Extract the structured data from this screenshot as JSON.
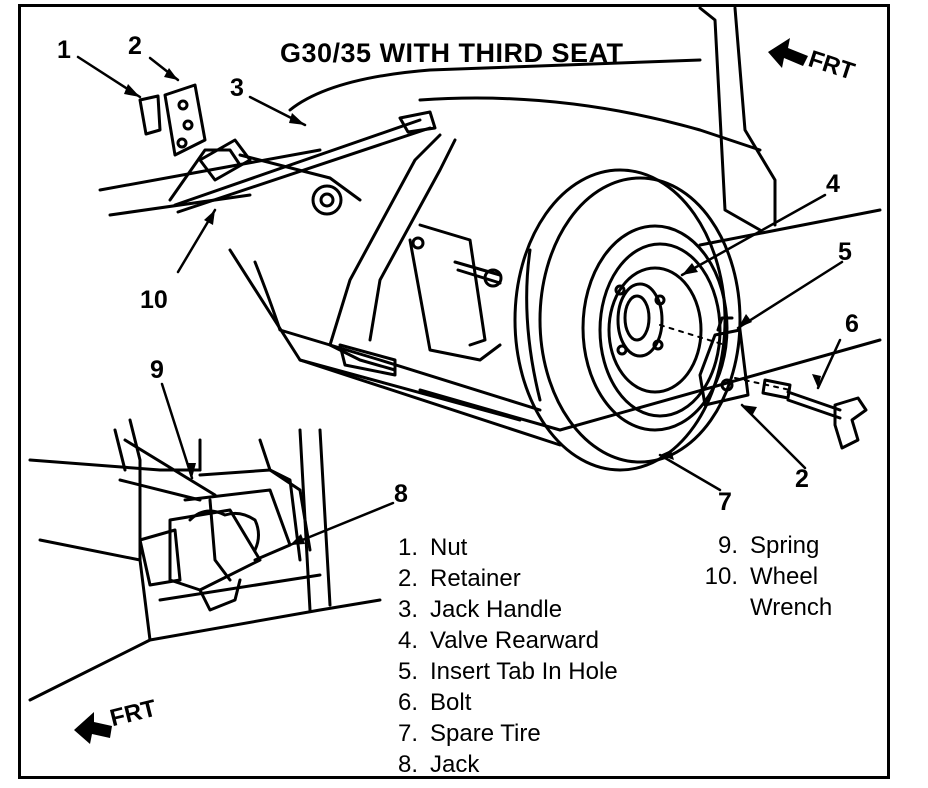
{
  "title": "G30/35 WITH THIRD SEAT",
  "front_indicators": [
    "FRT",
    "FRT"
  ],
  "callouts": [
    "1",
    "2",
    "3",
    "4",
    "5",
    "6",
    "7",
    "2",
    "8",
    "9",
    "10"
  ],
  "legend": {
    "left": [
      {
        "num": "1.",
        "label": "Nut"
      },
      {
        "num": "2.",
        "label": "Retainer"
      },
      {
        "num": "3.",
        "label": "Jack Handle"
      },
      {
        "num": "4.",
        "label": "Valve Rearward"
      },
      {
        "num": "5.",
        "label": "Insert Tab In Hole"
      },
      {
        "num": "6.",
        "label": "Bolt"
      },
      {
        "num": "7.",
        "label": "Spare Tire"
      },
      {
        "num": "8.",
        "label": "Jack"
      }
    ],
    "right": [
      {
        "num": "9.",
        "label": "Spring"
      },
      {
        "num": "10.",
        "label": "Wheel"
      },
      {
        "num": "",
        "label": "Wrench"
      }
    ]
  },
  "colors": {
    "ink": "#000000",
    "paper": "#ffffff"
  },
  "icons": [
    "frt-arrow-icon"
  ]
}
